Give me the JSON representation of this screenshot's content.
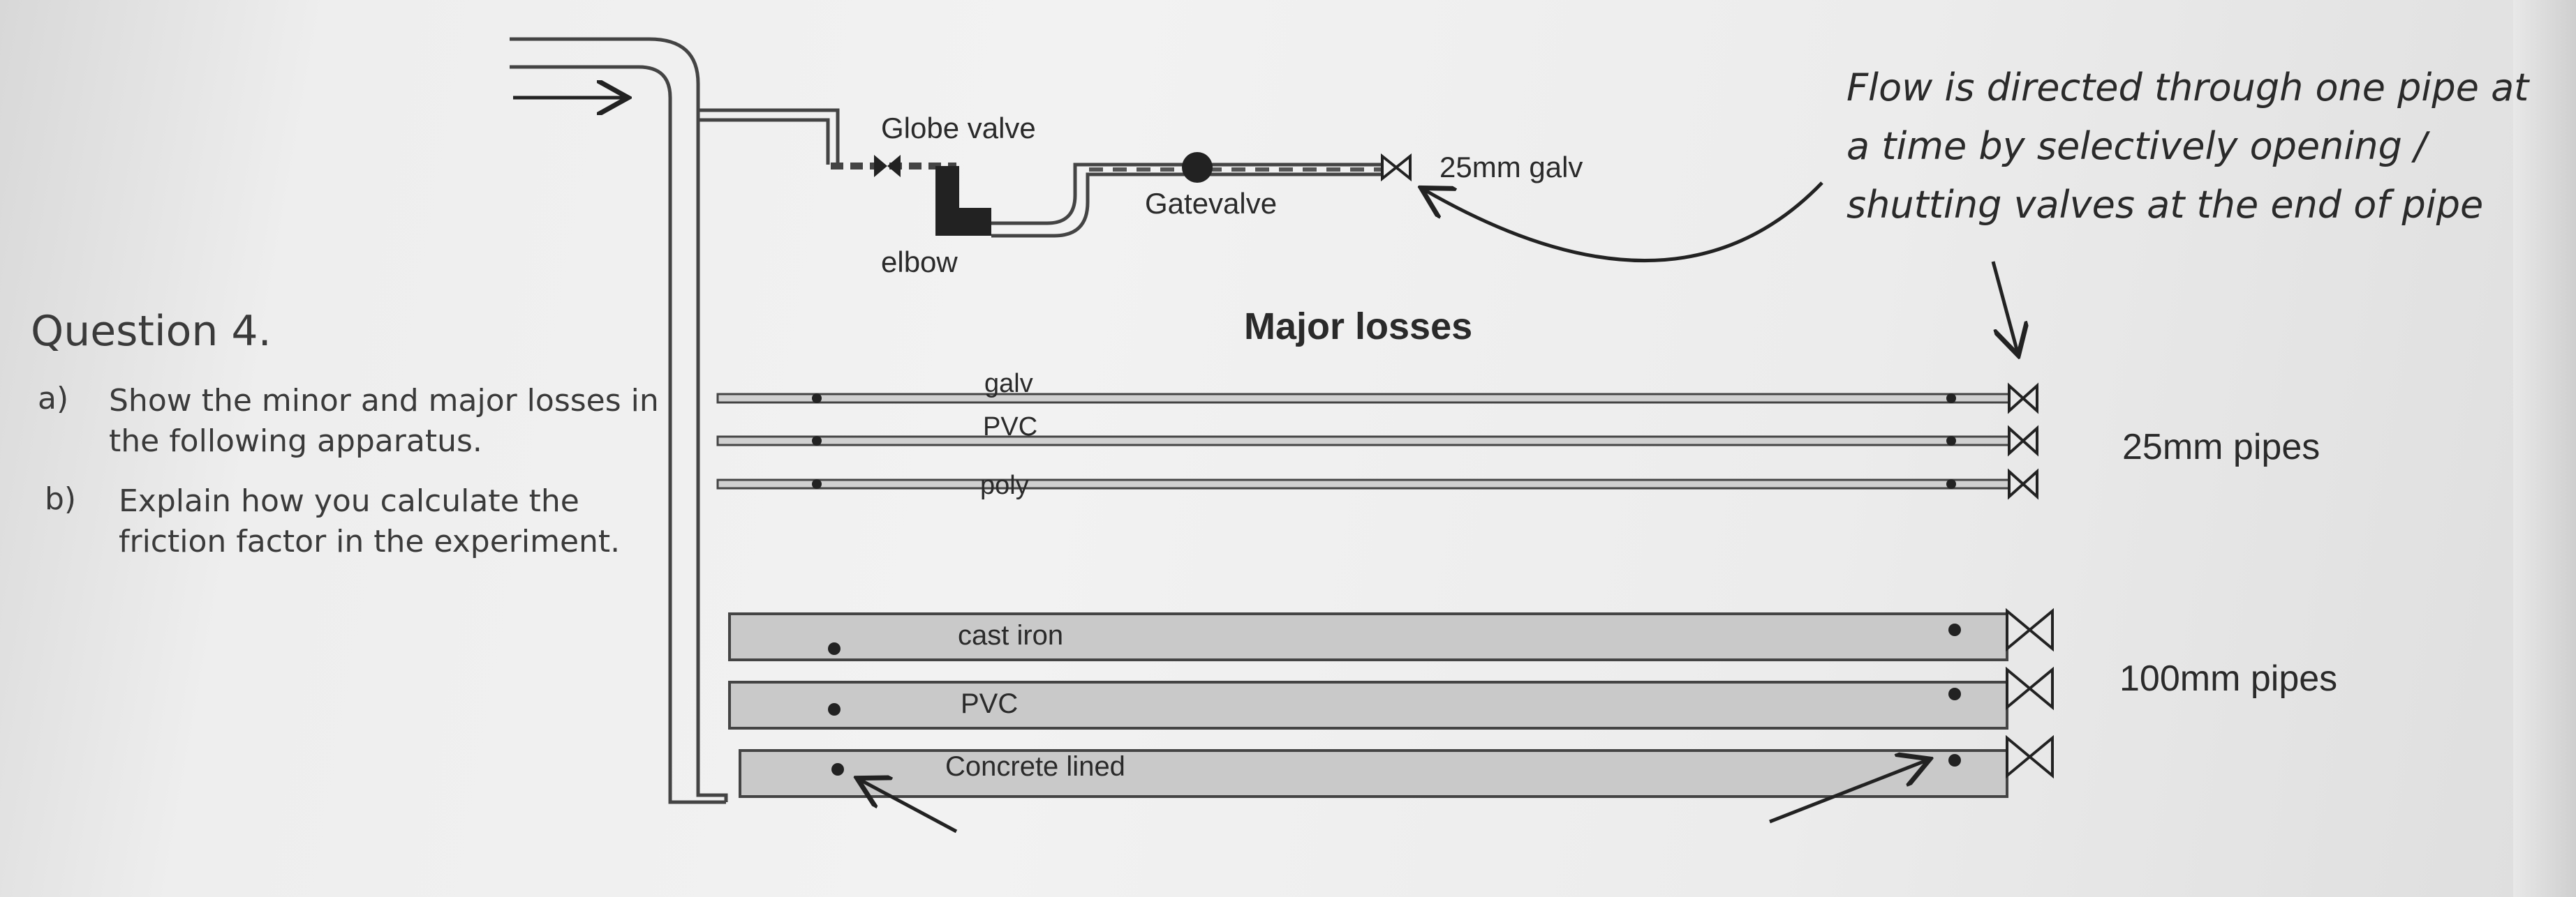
{
  "question": {
    "title": "Question 4.",
    "a_marker": "a)",
    "a_line1": "Show the minor and major losses in",
    "a_line2": "the following apparatus.",
    "b_marker": "b)",
    "b_line1": "Explain how you calculate the",
    "b_line2": "friction factor in the experiment."
  },
  "diagram": {
    "globe_valve": "Globe valve",
    "gate_valve": "Gatevalve",
    "elbow": "elbow",
    "galv_25mm": "25mm galv",
    "note_line1": "Flow is directed through one pipe at",
    "note_line2": "a time by selectively opening /",
    "note_line3": "shutting valves at the end of pipe",
    "major_losses": "Major losses",
    "pipes_25": [
      "galv",
      "PVC",
      "poly"
    ],
    "pipes_25_label": "25mm pipes",
    "pipes_100": [
      "cast iron",
      "PVC",
      "Concrete lined"
    ],
    "pipes_100_label": "100mm pipes"
  }
}
